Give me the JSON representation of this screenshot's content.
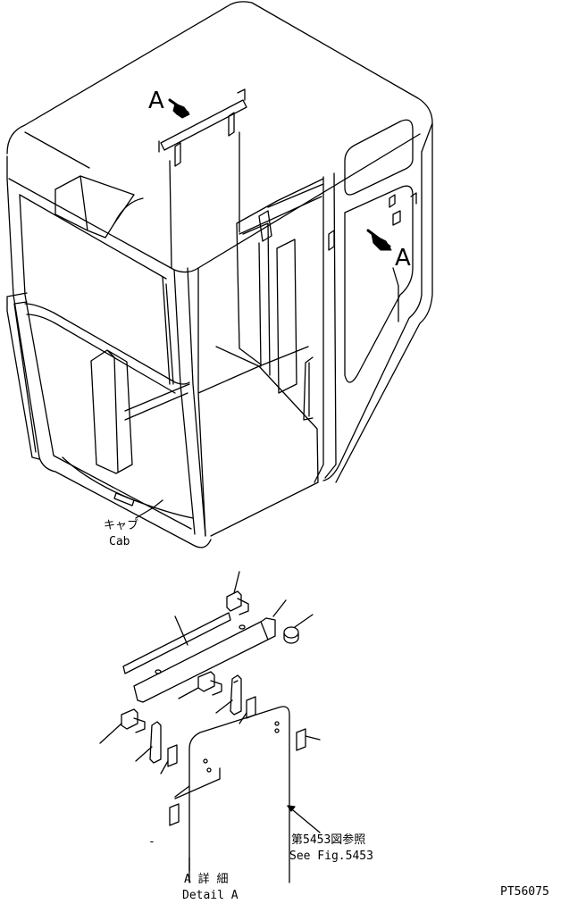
{
  "callouts": {
    "view_a_top": "A",
    "view_a_side": "A"
  },
  "cab_label": {
    "jp": "キャブ",
    "en": "Cab"
  },
  "reference": {
    "jp": "第5453図参照",
    "en": "See Fig.5453"
  },
  "detail_label": {
    "jp": "A 詳 細",
    "en": "Detail A"
  },
  "drawing_number": "PT56075",
  "minor_mark": "-",
  "colors": {
    "line": "#000000",
    "background": "#ffffff"
  }
}
